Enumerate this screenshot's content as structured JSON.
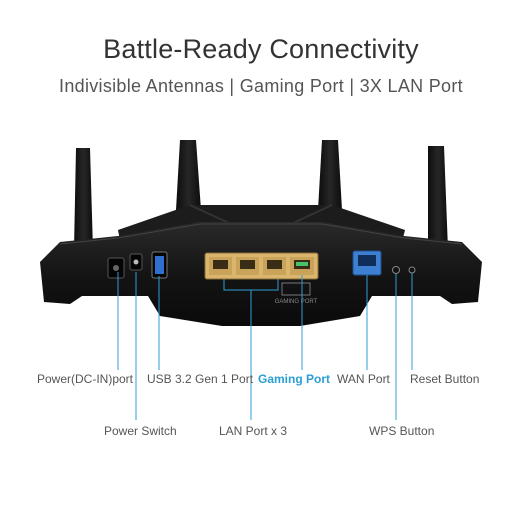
{
  "header": {
    "title": "Battle-Ready Connectivity",
    "subtitle": "Indivisible Antennas | Gaming Port | 3X LAN Port"
  },
  "router": {
    "gaming_port_marking": "GAMING PORT"
  },
  "callouts": {
    "power_dc_in": "Power(DC-IN)port",
    "usb": "USB 3.2 Gen 1 Port",
    "gaming_port": "Gaming Port",
    "wan_port": "WAN Port",
    "reset_button": "Reset Button",
    "power_switch": "Power Switch",
    "lan_ports": "LAN Port x 3",
    "wps_button": "WPS Button"
  },
  "colors": {
    "accent": "#2b9fd4",
    "router_body": "#141414",
    "lan_port": "#d9b56e",
    "wan_port": "#3d7fd0"
  }
}
